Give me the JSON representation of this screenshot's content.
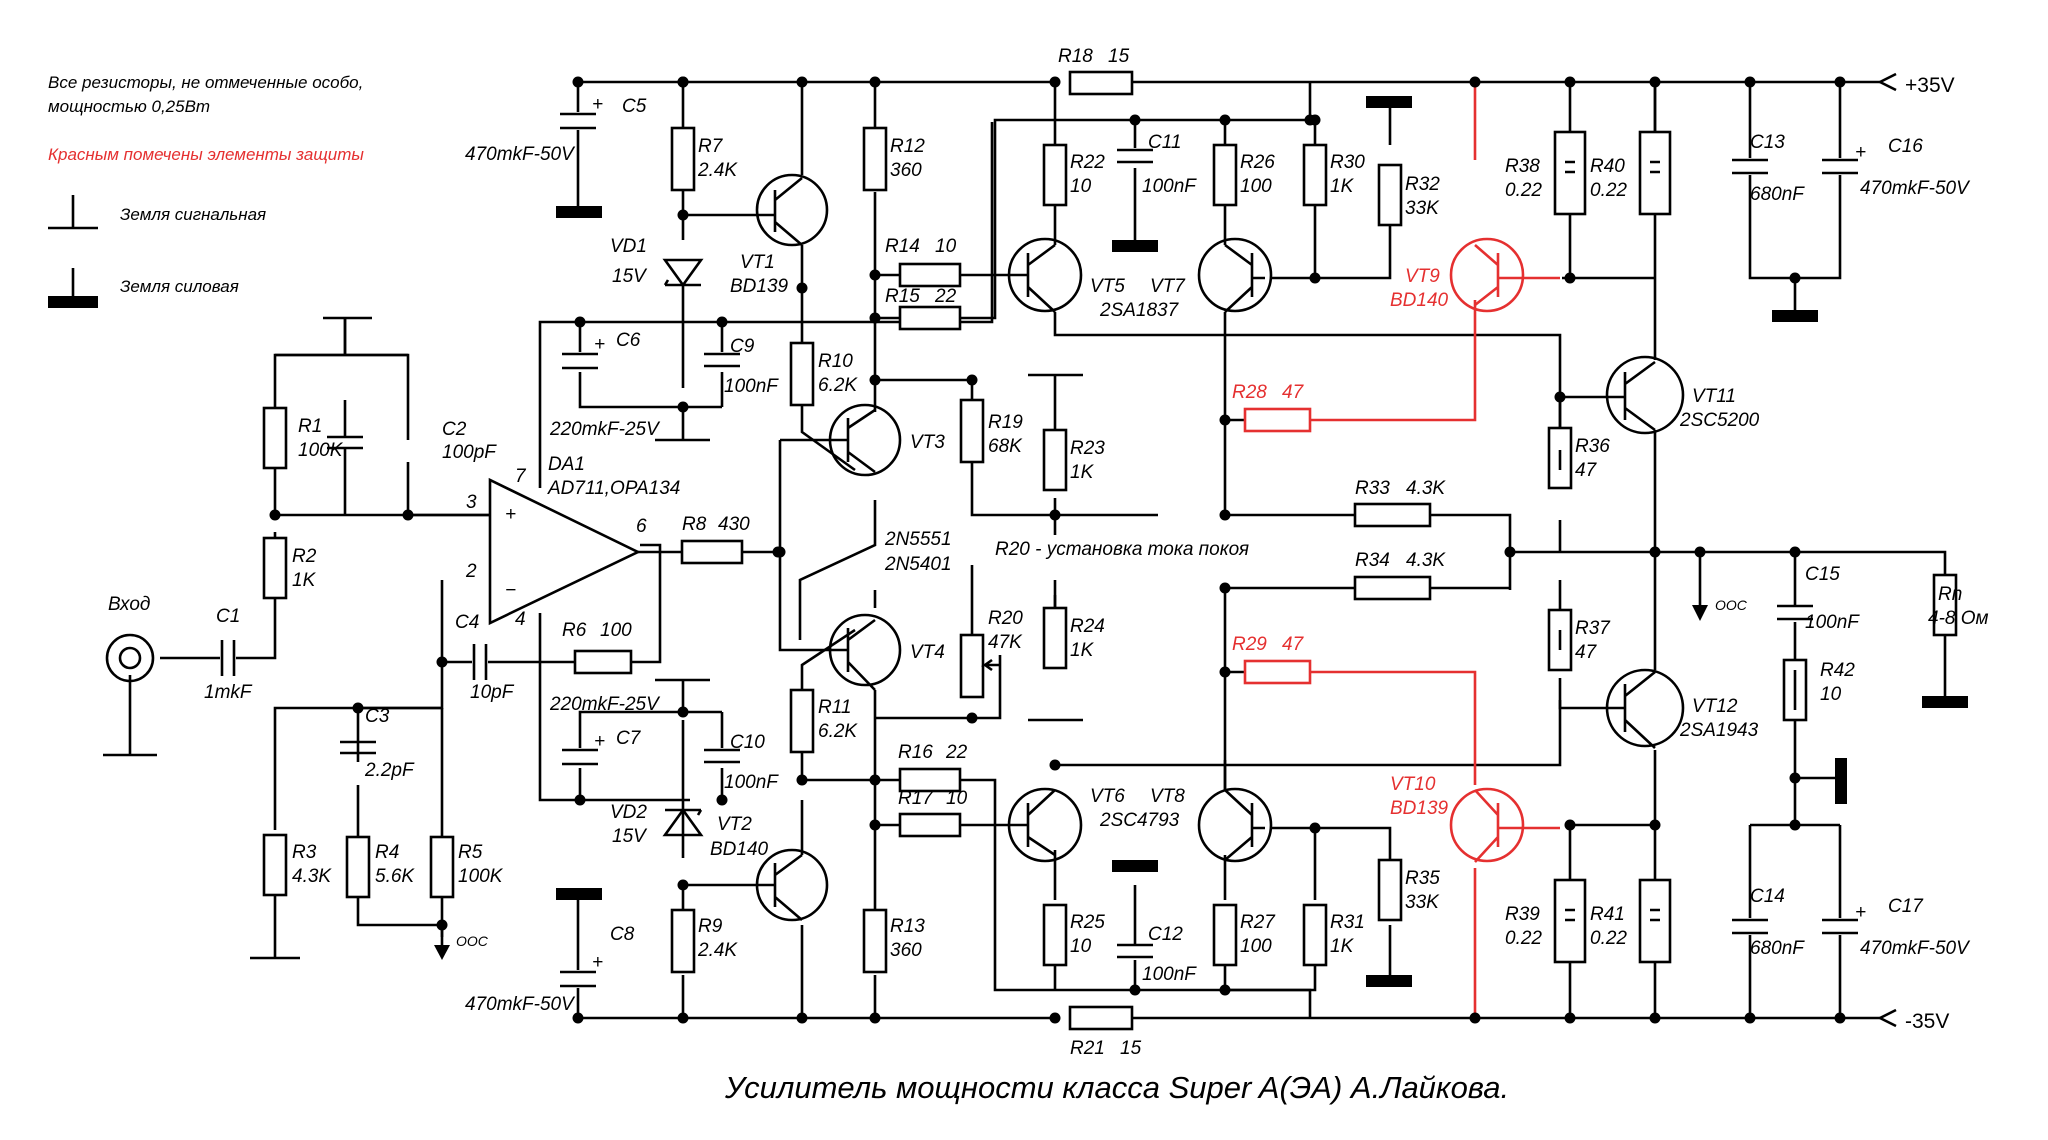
{
  "title": "Усилитель мощности класса Super A(ЭА) А.Лайкова.",
  "notes": {
    "line1": "Все резисторы, не отмеченные особо,",
    "line2": "мощностью 0,25Вт",
    "protection": "Красным помечены элементы защиты",
    "signal_ground": "Земля сигнальная",
    "power_ground": "Земля силовая"
  },
  "rails": {
    "pos": "+35V",
    "neg": "-35V"
  },
  "input_label": "Вход",
  "ooc": "ООС",
  "r20_note": "R20 - установка тока покоя",
  "colors": {
    "wire": "#000000",
    "protection": "#e53030"
  },
  "opamp": {
    "ref": "DA1",
    "part": "AD711,OPA134",
    "pins": [
      "7",
      "3",
      "2",
      "6",
      "4"
    ],
    "plus": "+",
    "minus": "−"
  },
  "resistors": [
    {
      "ref": "R1",
      "value": "100K"
    },
    {
      "ref": "R2",
      "value": "1K"
    },
    {
      "ref": "R3",
      "value": "4.3K"
    },
    {
      "ref": "R4",
      "value": "5.6K"
    },
    {
      "ref": "R5",
      "value": "100K"
    },
    {
      "ref": "R6",
      "value": "100"
    },
    {
      "ref": "R7",
      "value": "2.4K"
    },
    {
      "ref": "R8",
      "value": "430"
    },
    {
      "ref": "R9",
      "value": "2.4K"
    },
    {
      "ref": "R10",
      "value": "6.2K"
    },
    {
      "ref": "R11",
      "value": "6.2K"
    },
    {
      "ref": "R12",
      "value": "360"
    },
    {
      "ref": "R13",
      "value": "360"
    },
    {
      "ref": "R14",
      "value": "10"
    },
    {
      "ref": "R15",
      "value": "22"
    },
    {
      "ref": "R16",
      "value": "22"
    },
    {
      "ref": "R17",
      "value": "10"
    },
    {
      "ref": "R18",
      "value": "15"
    },
    {
      "ref": "R19",
      "value": "68K"
    },
    {
      "ref": "R20",
      "value": "47K"
    },
    {
      "ref": "R21",
      "value": "15"
    },
    {
      "ref": "R22",
      "value": "10"
    },
    {
      "ref": "R23",
      "value": "1K"
    },
    {
      "ref": "R24",
      "value": "1K"
    },
    {
      "ref": "R25",
      "value": "10"
    },
    {
      "ref": "R26",
      "value": "100"
    },
    {
      "ref": "R27",
      "value": "100"
    },
    {
      "ref": "R28",
      "value": "47"
    },
    {
      "ref": "R29",
      "value": "47"
    },
    {
      "ref": "R30",
      "value": "1K"
    },
    {
      "ref": "R31",
      "value": "1K"
    },
    {
      "ref": "R32",
      "value": "33K"
    },
    {
      "ref": "R33",
      "value": "4.3K"
    },
    {
      "ref": "R34",
      "value": "4.3K"
    },
    {
      "ref": "R35",
      "value": "33K"
    },
    {
      "ref": "R36",
      "value": "47"
    },
    {
      "ref": "R37",
      "value": "47"
    },
    {
      "ref": "R38",
      "value": "0.22"
    },
    {
      "ref": "R39",
      "value": "0.22"
    },
    {
      "ref": "R40",
      "value": "0.22"
    },
    {
      "ref": "R41",
      "value": "0.22"
    },
    {
      "ref": "R42",
      "value": "10"
    },
    {
      "ref": "Rn",
      "value": "4-8 Ом"
    }
  ],
  "capacitors": [
    {
      "ref": "C1",
      "value": "1mkF"
    },
    {
      "ref": "C2",
      "value": "100pF"
    },
    {
      "ref": "C3",
      "value": "2.2pF"
    },
    {
      "ref": "C4",
      "value": "10pF"
    },
    {
      "ref": "C5",
      "value": "470mkF-50V"
    },
    {
      "ref": "C6",
      "value": "220mkF-25V"
    },
    {
      "ref": "C7",
      "value": "220mkF-25V"
    },
    {
      "ref": "C8",
      "value": "470mkF-50V"
    },
    {
      "ref": "C9",
      "value": "100nF"
    },
    {
      "ref": "C10",
      "value": "100nF"
    },
    {
      "ref": "C11",
      "value": "100nF"
    },
    {
      "ref": "C12",
      "value": "100nF"
    },
    {
      "ref": "C13",
      "value": "680nF"
    },
    {
      "ref": "C14",
      "value": "680nF"
    },
    {
      "ref": "C15",
      "value": "100nF"
    },
    {
      "ref": "C16",
      "value": "470mkF-50V"
    },
    {
      "ref": "C17",
      "value": "470mkF-50V"
    }
  ],
  "transistors": [
    {
      "ref": "VT1",
      "part": "BD139"
    },
    {
      "ref": "VT2",
      "part": "BD140"
    },
    {
      "ref": "VT3",
      "part": "2N5551"
    },
    {
      "ref": "VT4",
      "part": "2N5401"
    },
    {
      "ref": "VT5",
      "part": "2SA1837"
    },
    {
      "ref": "VT6",
      "part": "2SC4793"
    },
    {
      "ref": "VT7",
      "part": ""
    },
    {
      "ref": "VT8",
      "part": ""
    },
    {
      "ref": "VT9",
      "part": "BD140"
    },
    {
      "ref": "VT10",
      "part": "BD139"
    },
    {
      "ref": "VT11",
      "part": "2SC5200"
    },
    {
      "ref": "VT12",
      "part": "2SA1943"
    }
  ],
  "diodes": [
    {
      "ref": "VD1",
      "value": "15V"
    },
    {
      "ref": "VD2",
      "value": "15V"
    }
  ]
}
